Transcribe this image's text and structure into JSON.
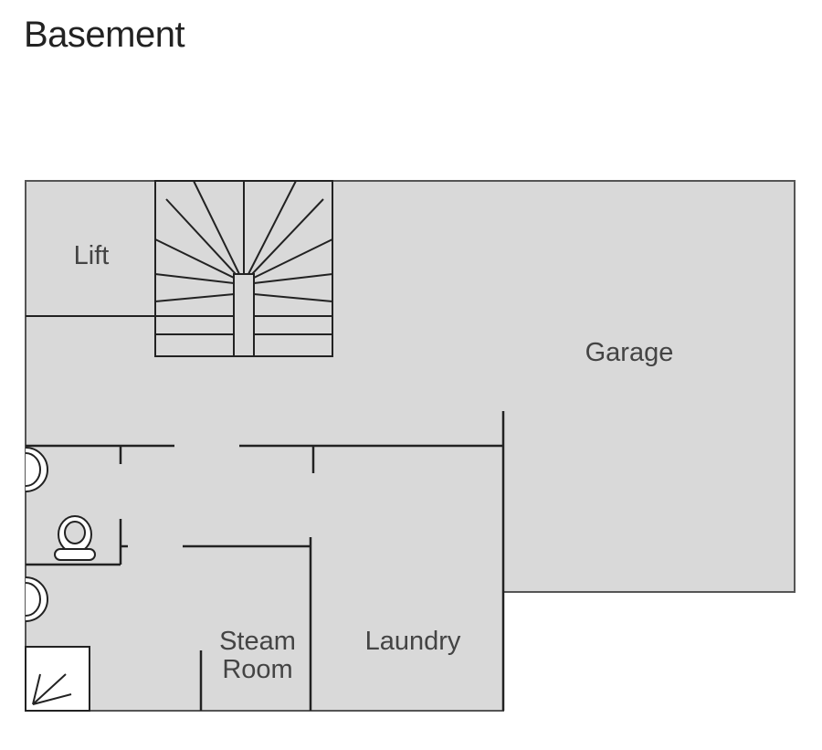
{
  "title": "Basement",
  "rooms": {
    "lift": "Lift",
    "garage": "Garage",
    "steam_room_line1": "Steam",
    "steam_room_line2": "Room",
    "laundry": "Laundry"
  },
  "colors": {
    "floor": "#d9d9d9",
    "wall": "#222222",
    "text": "#444444",
    "background": "#ffffff"
  }
}
